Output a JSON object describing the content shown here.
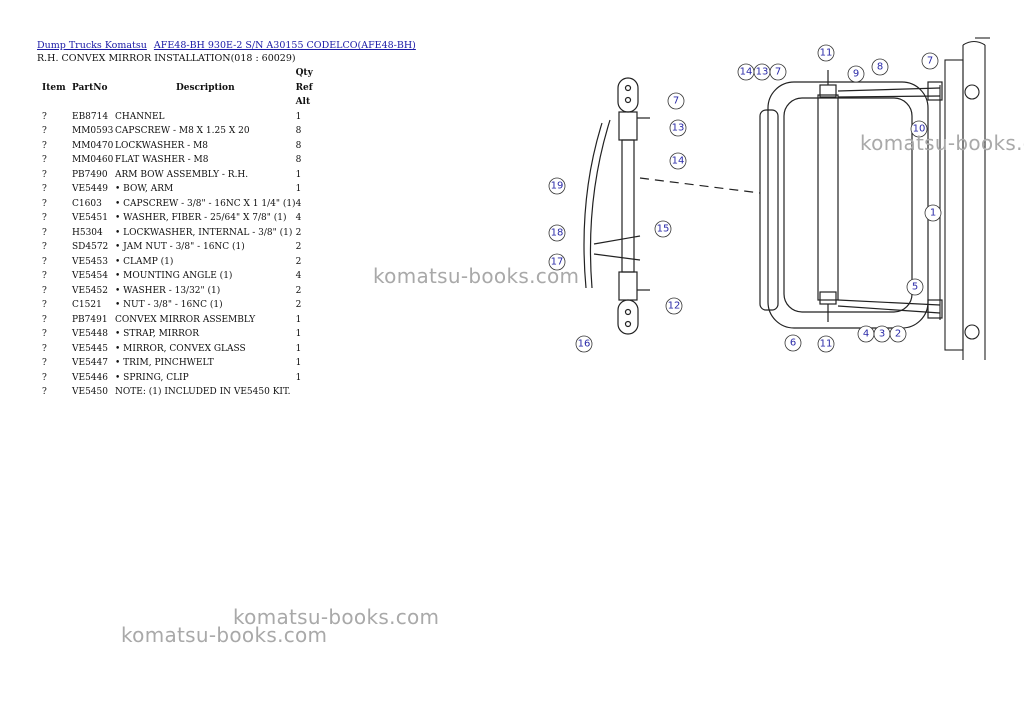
{
  "breadcrumb": {
    "link1": "Dump Trucks Komatsu",
    "link2": "AFE48-BH 930E-2 S/N A30155 CODELCO(AFE48-BH)"
  },
  "page_title": "R.H. CONVEX MIRROR INSTALLATION(018 : 60029)",
  "table": {
    "headers": {
      "item": "Item",
      "partno": "PartNo",
      "description": "Description",
      "qty": "Qty",
      "ref": "Ref",
      "alt": "Alt"
    },
    "rows": [
      {
        "item": "?",
        "partno": "EB8714",
        "description": "CHANNEL",
        "qty": "1"
      },
      {
        "item": "?",
        "partno": "MM0593",
        "description": "CAPSCREW - M8 X 1.25 X 20",
        "qty": "8"
      },
      {
        "item": "?",
        "partno": "MM0470",
        "description": "LOCKWASHER - M8",
        "qty": "8"
      },
      {
        "item": "?",
        "partno": "MM0460",
        "description": "FLAT WASHER - M8",
        "qty": "8"
      },
      {
        "item": "?",
        "partno": "PB7490",
        "description": "ARM BOW ASSEMBLY - R.H.",
        "qty": "1"
      },
      {
        "item": "?",
        "partno": "VE5449",
        "description": "• BOW, ARM",
        "qty": "1"
      },
      {
        "item": "?",
        "partno": "C1603",
        "description": "• CAPSCREW - 3/8\" - 16NC X 1 1/4\" (1)",
        "qty": "4"
      },
      {
        "item": "?",
        "partno": "VE5451",
        "description": "• WASHER, FIBER - 25/64\" X 7/8\" (1)",
        "qty": "4"
      },
      {
        "item": "?",
        "partno": "H5304",
        "description": "• LOCKWASHER, INTERNAL - 3/8\" (1)",
        "qty": "2"
      },
      {
        "item": "?",
        "partno": "SD4572",
        "description": "• JAM NUT - 3/8\" - 16NC (1)",
        "qty": "2"
      },
      {
        "item": "?",
        "partno": "VE5453",
        "description": "• CLAMP (1)",
        "qty": "2"
      },
      {
        "item": "?",
        "partno": "VE5454",
        "description": "• MOUNTING ANGLE (1)",
        "qty": "4"
      },
      {
        "item": "?",
        "partno": "VE5452",
        "description": "• WASHER - 13/32\" (1)",
        "qty": "2"
      },
      {
        "item": "?",
        "partno": "C1521",
        "description": "• NUT - 3/8\" - 16NC (1)",
        "qty": "2"
      },
      {
        "item": "?",
        "partno": "PB7491",
        "description": "CONVEX MIRROR ASSEMBLY",
        "qty": "1"
      },
      {
        "item": "?",
        "partno": "VE5448",
        "description": "• STRAP, MIRROR",
        "qty": "1"
      },
      {
        "item": "?",
        "partno": "VE5445",
        "description": "• MIRROR, CONVEX GLASS",
        "qty": "1"
      },
      {
        "item": "?",
        "partno": "VE5447",
        "description": "• TRIM, PINCHWELT",
        "qty": "1"
      },
      {
        "item": "?",
        "partno": "VE5446",
        "description": "• SPRING, CLIP",
        "qty": "1"
      },
      {
        "item": "?",
        "partno": "VE5450",
        "description": "NOTE: (1) INCLUDED IN VE5450 KIT.",
        "qty": ""
      }
    ]
  },
  "watermarks": [
    "komatsu-books.com",
    "komatsu-books.com",
    "komatsu-books.com",
    "komatsu-books.com"
  ],
  "callouts": [
    "11",
    "14",
    "13",
    "7",
    "9",
    "8",
    "7",
    "7",
    "13",
    "14",
    "10",
    "19",
    "1",
    "15",
    "18",
    "17",
    "5",
    "12",
    "16",
    "6",
    "11",
    "4",
    "3",
    "2"
  ],
  "colors": {
    "link": "#1a1aa6",
    "callout_text": "#2a2aa8",
    "watermark": "#a9a9a9"
  }
}
